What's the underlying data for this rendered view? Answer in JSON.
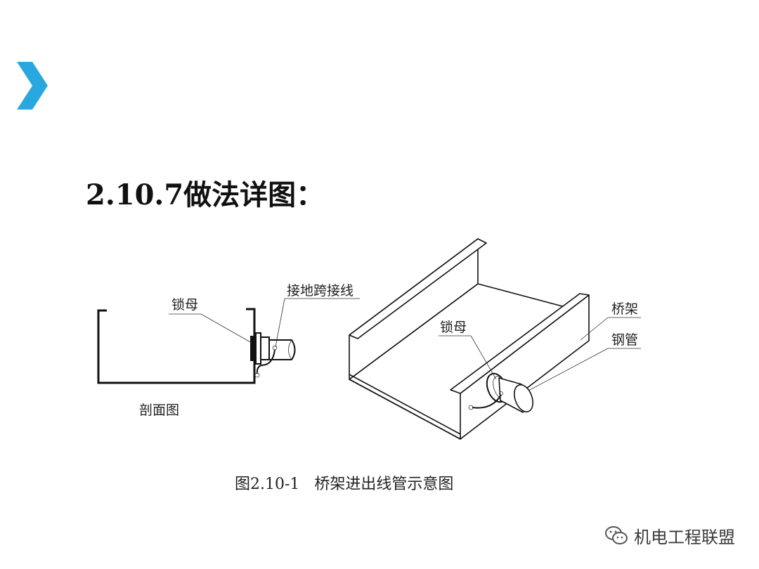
{
  "title": "2.10.7做法详图：",
  "labels": {
    "section_lock_nut": "锁母",
    "ground_jumper": "接地跨接线",
    "section_view": "剖面图",
    "iso_lock_nut": "锁母",
    "cable_tray": "桥架",
    "steel_pipe": "钢管"
  },
  "caption": "图2.10-1   桥架进出线管示意图",
  "watermark": {
    "text": "机电工程联盟",
    "icon": "wechat-icon"
  },
  "colors": {
    "accent": "#29a8e0",
    "line": "#111111"
  }
}
